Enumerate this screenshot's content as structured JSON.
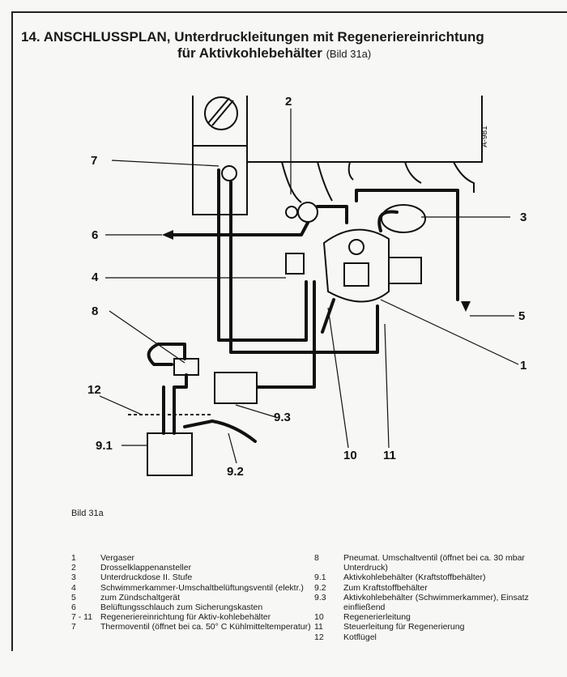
{
  "heading": {
    "line1": "14. ANSCHLUSSPLAN, Unterdruckleitungen mit Regeneriereinrichtung",
    "line2": "für Aktivkohlebehälter",
    "figure_ref": "(Bild 31a)"
  },
  "drawing_code": "A-981",
  "callouts": [
    "1",
    "2",
    "3",
    "4",
    "5",
    "6",
    "7",
    "8",
    "9.1",
    "9.2",
    "9.3",
    "10",
    "11",
    "12"
  ],
  "caption": "Bild 31a",
  "legend_left": [
    {
      "num": "1",
      "text": "Vergaser"
    },
    {
      "num": "2",
      "text": "Drosselklappenansteller"
    },
    {
      "num": "3",
      "text": "Unterdruckdose II. Stufe"
    },
    {
      "num": "4",
      "text": "Schwimmerkammer-Umschaltbelüftungsventil (elektr.)"
    },
    {
      "num": "5",
      "text": "zum Zündschaltgerät"
    },
    {
      "num": "6",
      "text": "Belüftungsschlauch zum Sicherungskasten"
    },
    {
      "num": "7 - 11",
      "text": "Regeneriereinrichtung für Aktiv-kohlebehälter"
    },
    {
      "num": "7",
      "text": "Thermoventil (öffnet bei ca. 50° C Kühlmitteltemperatur)"
    }
  ],
  "legend_right": [
    {
      "num": "8",
      "text": "Pneumat. Umschaltventil (öffnet bei ca. 30 mbar Unterdruck)"
    },
    {
      "num": "9.1",
      "text": "Aktivkohlebehälter (Kraftstoffbehälter)"
    },
    {
      "num": "9.2",
      "text": "Zum Kraftstoffbehälter"
    },
    {
      "num": "9.3",
      "text": "Aktivkohlebehälter (Schwimmerkammer), Einsatz einfließend"
    },
    {
      "num": "10",
      "text": "Regenerierleitung"
    },
    {
      "num": "11",
      "text": "Steuerleitung für Regenerierung"
    },
    {
      "num": "12",
      "text": "Kotflügel"
    }
  ]
}
